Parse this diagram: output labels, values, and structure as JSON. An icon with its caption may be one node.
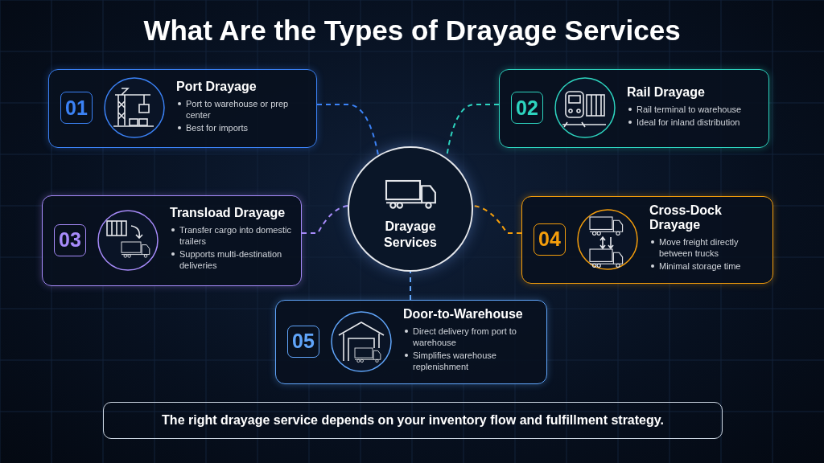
{
  "diagram": {
    "title": "What Are the Types of Drayage Services",
    "caption": "The right drayage service depends on your inventory flow and fulfillment strategy.",
    "nodes": [
      {
        "text": [
          "01",
          "Port Drayage",
          "Port to warehouse or prep center",
          "Best for imports"
        ]
      },
      {
        "text": [
          "02",
          "Rail Drayage",
          "Rail terminal to warehouse",
          "Ideal for inland distribution"
        ]
      },
      {
        "text": [
          "Drayage Services"
        ]
      },
      {
        "text": [
          "03",
          "Transload Drayage",
          "Transfer cargo into domestic trailers",
          "Supports multi-destination deliveries"
        ]
      },
      {
        "text": [
          "04",
          "Cross-Dock Drayage",
          "Move freight directly between trucks",
          "Minimal storage time"
        ]
      },
      {
        "text": [
          "05",
          "Door-to-Warehouse",
          "Direct delivery from port to warehouse",
          "Simplifies warehouse replenishment"
        ]
      }
    ],
    "edges": [
      {
        "from": 2,
        "to": 0,
        "arrow": "none",
        "style": "dashed",
        "color": "#3b82f6"
      },
      {
        "from": 2,
        "to": 1,
        "arrow": "none",
        "style": "dashed",
        "color": "#2dd4bf"
      },
      {
        "from": 2,
        "to": 3,
        "arrow": "none",
        "style": "dashed",
        "color": "#a78bfa"
      },
      {
        "from": 2,
        "to": 4,
        "arrow": "none",
        "style": "dashed",
        "color": "#f59e0b"
      },
      {
        "from": 2,
        "to": 5,
        "arrow": "none",
        "style": "dashed",
        "color": "#60a5fa"
      }
    ]
  }
}
